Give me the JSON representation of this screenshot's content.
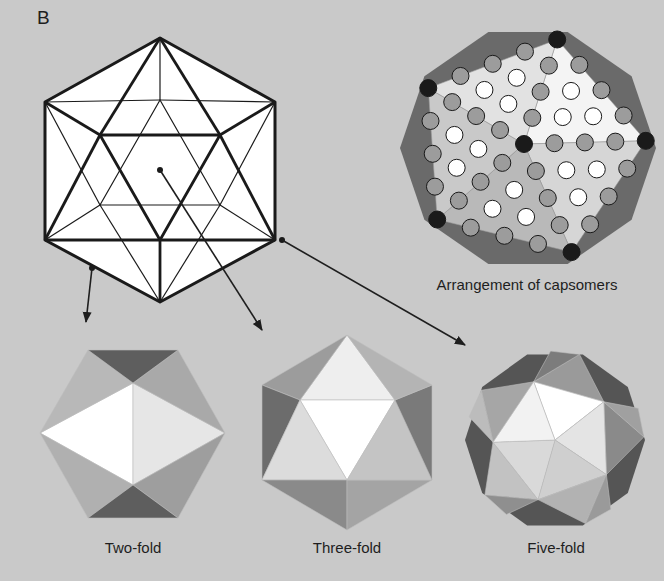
{
  "diagram": {
    "labels": [
      "B",
      "Arrangement of capsomers",
      "Two-fold",
      "Three-fold",
      "Five-fold"
    ]
  }
}
